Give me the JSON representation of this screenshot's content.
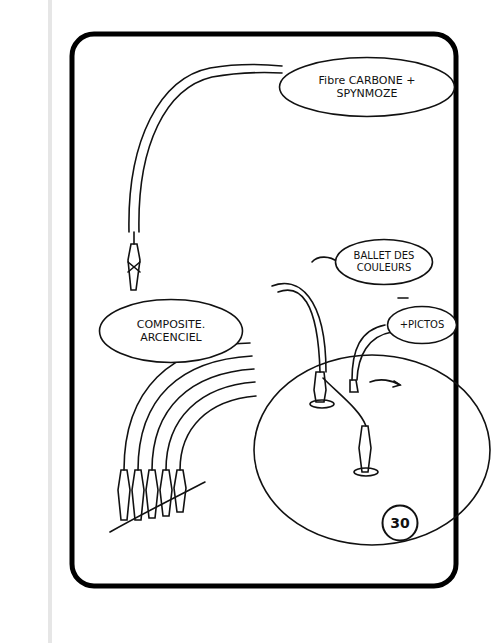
{
  "diagram": {
    "nodes": [
      {
        "text": [
          "Fibre CARBONE + SPYNMOZE"
        ]
      },
      {
        "text": [
          "BALLET DES COULEURS"
        ]
      },
      {
        "text": [
          "COMPOSITE. ARCENCIEL"
        ]
      },
      {
        "text": [
          "+PICTOS"
        ]
      },
      {
        "text": [
          "30"
        ]
      }
    ]
  }
}
